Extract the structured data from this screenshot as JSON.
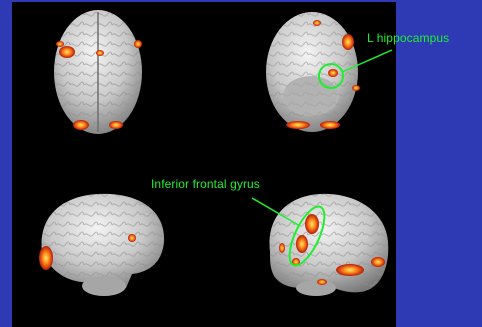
{
  "annotations": {
    "hippocampus_label": "L hippocampus",
    "frontal_label": "Inferior frontal gyrus"
  },
  "colors": {
    "background": "#2e3ab4",
    "panel": "#000000",
    "annotation": "#20ee30",
    "activation_hot": "#ffd24a",
    "activation_mid": "#ff7a16",
    "activation_low": "#c41c0a"
  },
  "views": [
    "brain-superior-view",
    "brain-inferior-view",
    "brain-right-lateral-view",
    "brain-left-lateral-view"
  ]
}
